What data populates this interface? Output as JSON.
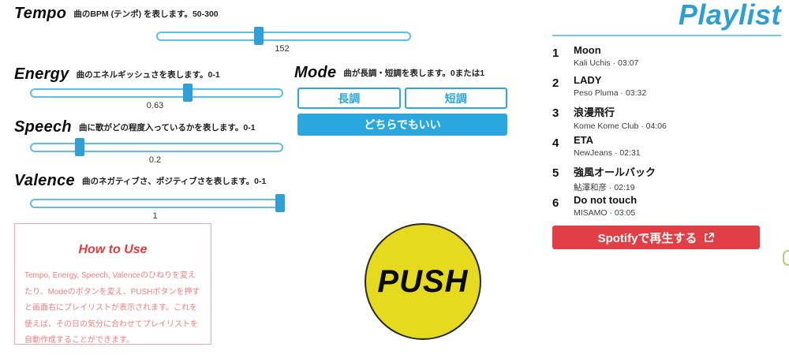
{
  "sliders": [
    {
      "label": "Tempo",
      "desc": "曲のBPM (テンポ) を表します。50-300",
      "value": "152",
      "percent": 40.8
    },
    {
      "label": "Energy",
      "desc": "曲のエネルギッシュさを表します。0-1",
      "value": "0.63",
      "percent": 63
    },
    {
      "label": "Speech",
      "desc": "曲に歌がどの程度入っているかを表します。0-1",
      "value": "0.2",
      "percent": 20
    },
    {
      "label": "Valence",
      "desc": "曲のネガティブさ、ポジティブさを表します。0-1",
      "value": "1",
      "percent": 100
    }
  ],
  "mode": {
    "label": "Mode",
    "desc": "曲が長調・短調を表します。0または1",
    "major": "長調",
    "minor": "短調",
    "either": "どちらでもいい"
  },
  "how_to_use": {
    "title": "How to Use",
    "body": "Tempo, Energy, Speech, Valenceのひねりを変えたり、Modeのボタンを変え、PUSHボタンを押すと画面右にプレイリストが表示されます。これを使えば、その日の気分に合わせてプレイリストを自動作成することができます。"
  },
  "push": {
    "label": "PUSH"
  },
  "playlist": {
    "title": "Playlist",
    "tracks": [
      {
        "num": "1",
        "title": "Moon",
        "subtitle": "Kali Uchis · 03:07"
      },
      {
        "num": "2",
        "title": "LADY",
        "subtitle": "Peso Pluma · 03:32"
      },
      {
        "num": "3",
        "title": "浪漫飛行",
        "subtitle": "Kome Kome Club · 04:06"
      },
      {
        "num": "4",
        "title": "ETA",
        "subtitle": "NewJeans · 02:31"
      },
      {
        "num": "5",
        "title": "強風オールバック",
        "subtitle": "鮎澤和彦 · 02:19"
      },
      {
        "num": "6",
        "title": "Do not touch",
        "subtitle": "MISAMO · 03:05"
      }
    ],
    "spotify_button": "Spotifyで再生する",
    "external_link_icon": "external-link"
  },
  "colors": {
    "accent_blue": "#2aa7de",
    "slider_track_border": "#5fbde8",
    "playlist_title_blue": "#2d9fd6",
    "spotify_red": "#e23e45",
    "howto_red": "#e53940",
    "howto_body_pink": "#ef7f7f",
    "push_yellow": "#e6da1f",
    "edge_chip_green": "#a9d17c"
  }
}
